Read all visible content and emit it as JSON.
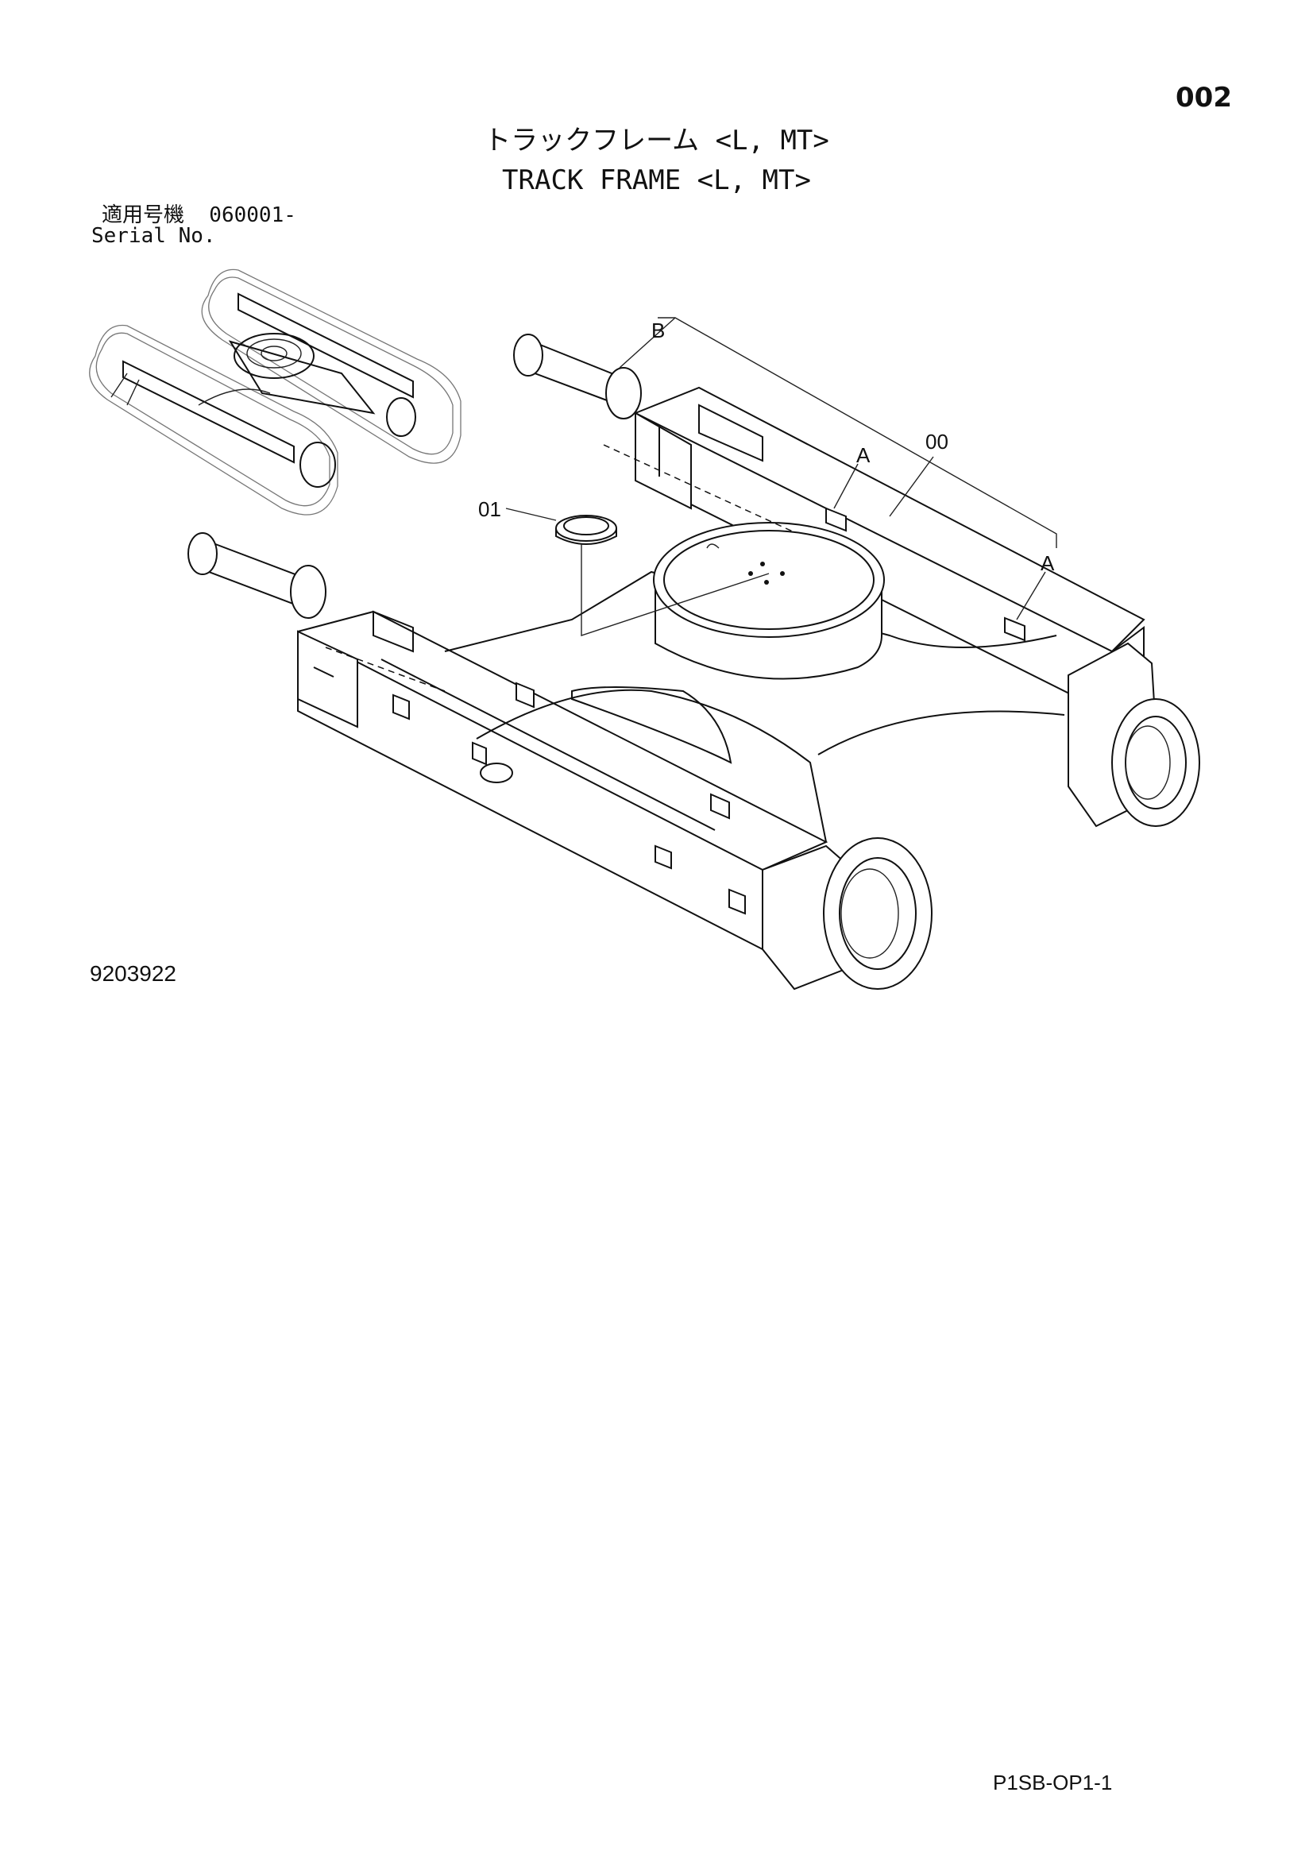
{
  "page_number": "002",
  "title": {
    "jp": "トラックフレーム <L, MT>",
    "en": "TRACK FRAME <L, MT>"
  },
  "serial": {
    "jp_label": "適用号機  060001-",
    "en_label": "Serial No."
  },
  "callouts": {
    "b": "B",
    "a1": "A",
    "a2": "A",
    "part_00": "00",
    "part_01": "01"
  },
  "figure_number": "9203922",
  "page_code": "P1SB-OP1-1"
}
